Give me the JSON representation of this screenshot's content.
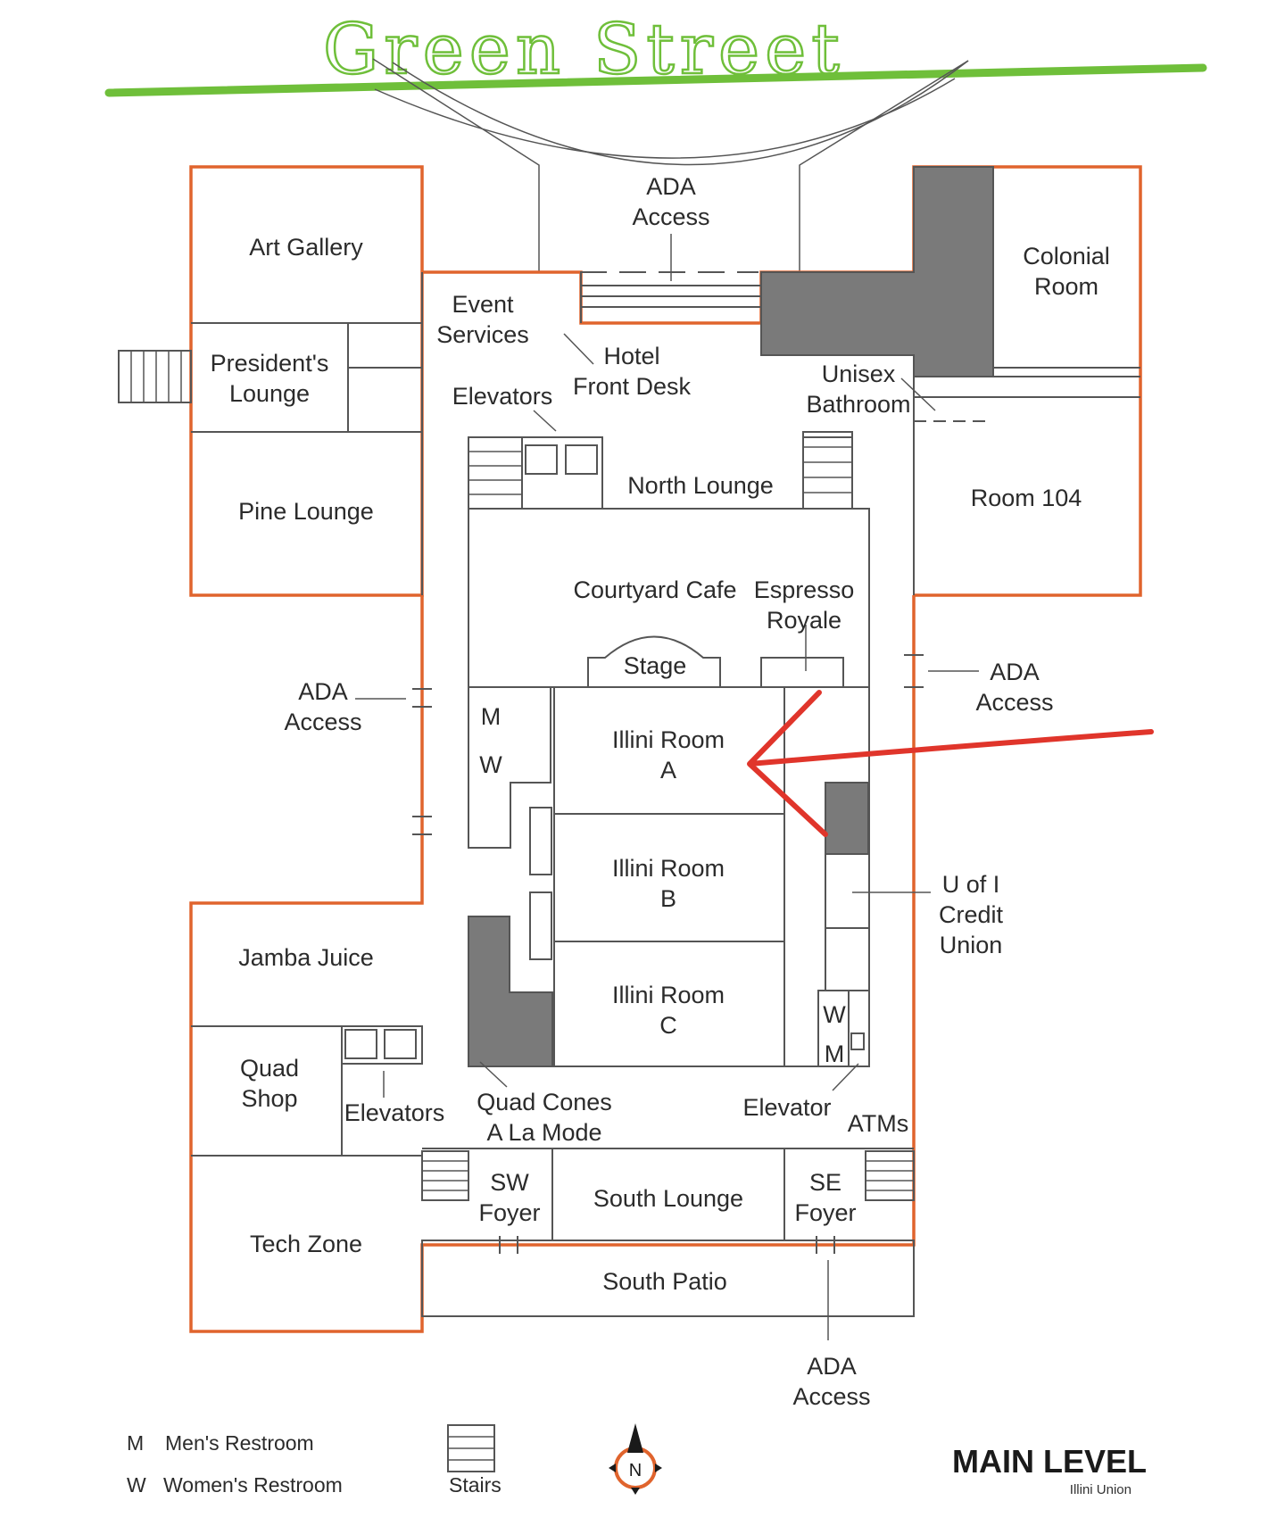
{
  "street": {
    "name": "Green Street",
    "color": "#6fbf3a"
  },
  "accent_color": "#e0642d",
  "annotation_arrow_color": "#e0352b",
  "rooms": {
    "art_gallery": "Art Gallery",
    "event_services_1": "Event",
    "event_services_2": "Services",
    "colonial_room_1": "Colonial",
    "colonial_room_2": "Room",
    "presidents_lounge_1": "President's",
    "presidents_lounge_2": "Lounge",
    "pine_lounge": "Pine Lounge",
    "room_104": "Room 104",
    "north_lounge": "North Lounge",
    "courtyard_cafe": "Courtyard Cafe",
    "espresso_royale_1": "Espresso",
    "espresso_royale_2": "Royale",
    "stage": "Stage",
    "illini_a_1": "Illini Room",
    "illini_a_2": "A",
    "illini_b_1": "Illini Room",
    "illini_b_2": "B",
    "illini_c_1": "Illini Room",
    "illini_c_2": "C",
    "jamba_juice": "Jamba Juice",
    "quad_shop_1": "Quad",
    "quad_shop_2": "Shop",
    "tech_zone": "Tech Zone",
    "sw_foyer_1": "SW",
    "sw_foyer_2": "Foyer",
    "south_lounge": "South Lounge",
    "se_foyer_1": "SE",
    "se_foyer_2": "Foyer",
    "south_patio": "South Patio"
  },
  "callouts": {
    "ada_top_1": "ADA",
    "ada_top_2": "Access",
    "hotel_front_desk_1": "Hotel",
    "hotel_front_desk_2": "Front Desk",
    "unisex_bathroom_1": "Unisex",
    "unisex_bathroom_2": "Bathroom",
    "elevators_north": "Elevators",
    "ada_west_1": "ADA",
    "ada_west_2": "Access",
    "ada_east_1": "ADA",
    "ada_east_2": "Access",
    "credit_union_1": "U of I",
    "credit_union_2": "Credit",
    "credit_union_3": "Union",
    "elevators_south": "Elevators",
    "quad_cones_1": "Quad Cones",
    "quad_cones_2": "A La Mode",
    "elevator_se": "Elevator",
    "atms": "ATMs",
    "ada_south_1": "ADA",
    "ada_south_2": "Access",
    "restroom_m_west": "M",
    "restroom_w_west": "W",
    "restroom_w_east": "W",
    "restroom_m_east": "M"
  },
  "legend": {
    "m_key": "M",
    "m_label": "Men's Restroom",
    "w_key": "W",
    "w_label": "Women's Restroom",
    "stairs_label": "Stairs",
    "compass_label": "N"
  },
  "footer": {
    "title": "MAIN LEVEL",
    "subtitle": "Illini Union"
  }
}
